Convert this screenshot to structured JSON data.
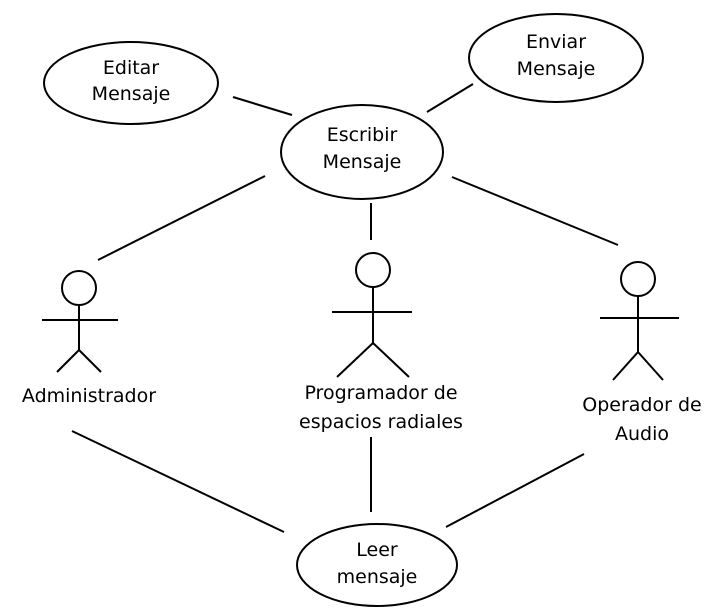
{
  "diagram": {
    "use_cases": {
      "editar": [
        "Editar",
        "Mensaje"
      ],
      "enviar": [
        "Enviar",
        "Mensaje"
      ],
      "escribir": [
        "Escribir",
        "Mensaje"
      ],
      "leer": [
        "Leer",
        "mensaje"
      ]
    },
    "actors": {
      "administrador": [
        "Administrador"
      ],
      "programador": [
        "Programador de",
        "espacios radiales"
      ],
      "operador": [
        "Operador de",
        "Audio"
      ]
    }
  }
}
